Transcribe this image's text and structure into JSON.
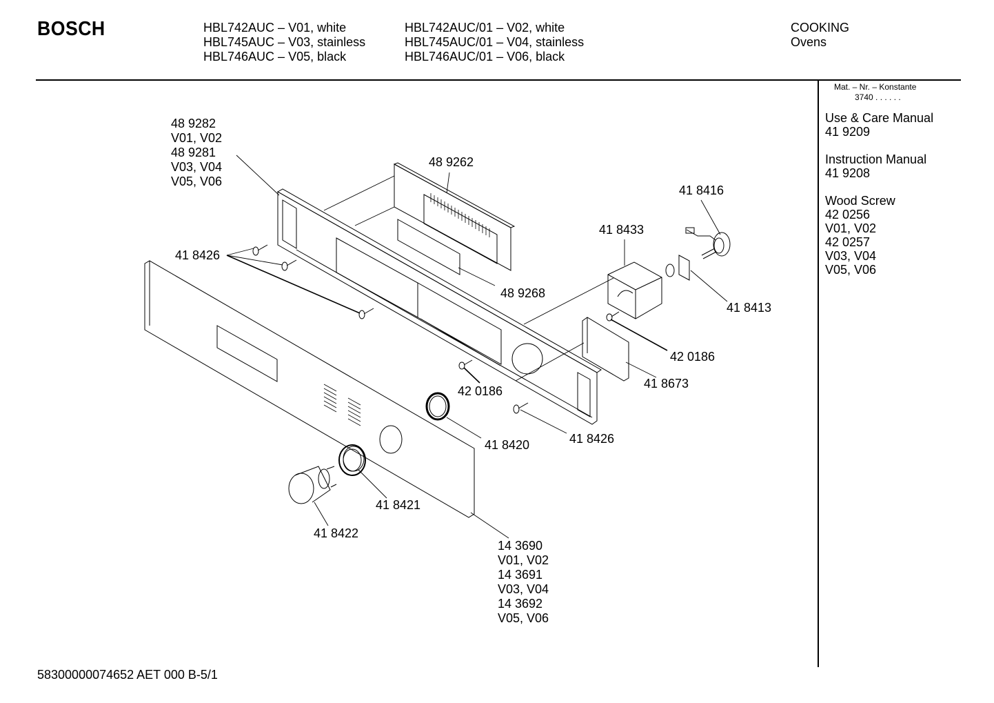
{
  "header": {
    "brand": "BOSCH",
    "models_col1": [
      "HBL742AUC – V01, white",
      "HBL745AUC – V03, stainless",
      "HBL746AUC – V05, black"
    ],
    "models_col2": [
      "HBL742AUC/01 – V02, white",
      "HBL745AUC/01 – V04, stainless",
      "HBL746AUC/01 – V06, black"
    ],
    "category": [
      "COOKING",
      "Ovens"
    ]
  },
  "sidebar": {
    "mat_label": "Mat. – Nr. – Konstante",
    "mat_value": "3740  .  .   .  .  .  .",
    "items": [
      {
        "title": "Use & Care Manual",
        "lines": [
          "41 9209"
        ]
      },
      {
        "title": "Instruction Manual",
        "lines": [
          "41 9208"
        ]
      },
      {
        "title": "Wood Screw",
        "lines": [
          "42 0256",
          "V01, V02",
          "42 0257",
          "V03, V04",
          "V05, V06"
        ]
      }
    ]
  },
  "parts": {
    "frame": [
      "48 9282",
      "V01, V02",
      "48 9281",
      "V03, V04",
      "V05, V06"
    ],
    "board": "48 9262",
    "screws_left": "41 8426",
    "board_cover": "48 9268",
    "encoder": "41 8416",
    "bracket": "41 8433",
    "bracket_clip": "41 8413",
    "screw_right": "42 0186",
    "plate": "41 8673",
    "screw_center": "42 0186",
    "screw_bottom": "41 8426",
    "ring": "41 8420",
    "bezel": "41 8421",
    "knob": "41 8422",
    "panel": [
      "14 3690",
      "V01, V02",
      "14 3691",
      "V03, V04",
      "14 3692",
      "V05, V06"
    ]
  },
  "footer": "58300000074652 AET 000  B-5/1"
}
